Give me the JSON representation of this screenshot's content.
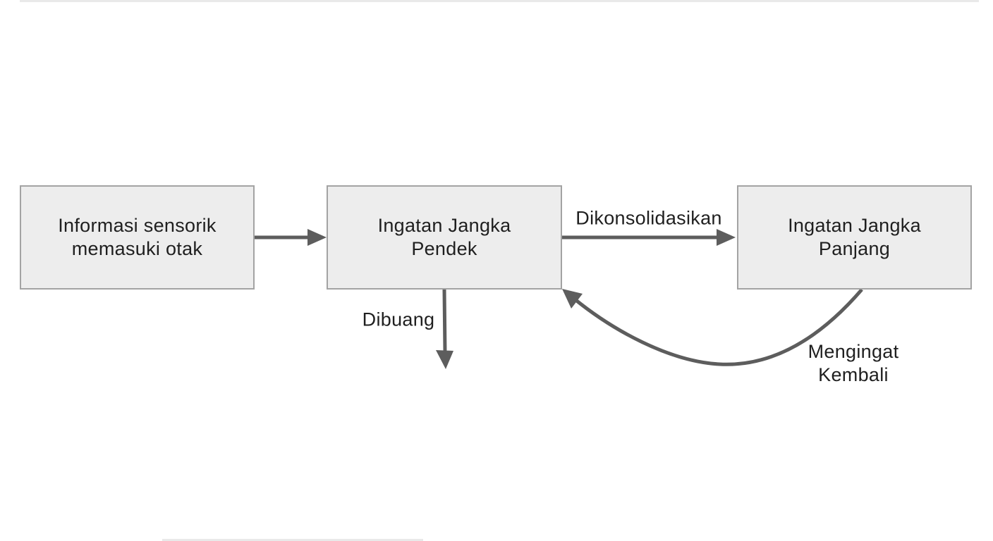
{
  "colors": {
    "background": "#ffffff",
    "node_fill": "#ededed",
    "node_border": "#a3a3a3",
    "arrow": "#5d5d5d",
    "text": "#1f1f1f",
    "artifact": "#e9e9e9"
  },
  "diagram": {
    "language": "Indonesian",
    "nodes": [
      {
        "id": "sensory-input",
        "lines": [
          "Informasi sensorik",
          "memasuki otak"
        ]
      },
      {
        "id": "short-term-memory",
        "lines": [
          "Ingatan Jangka",
          "Pendek"
        ]
      },
      {
        "id": "long-term-memory",
        "lines": [
          "Ingatan Jangka",
          "Panjang"
        ]
      }
    ],
    "edges": [
      {
        "id": "sensory-to-short-term",
        "label": ""
      },
      {
        "id": "short-term-to-long-term",
        "label": "Dikonsolidasikan"
      },
      {
        "id": "short-term-discard",
        "label": "Dibuang"
      },
      {
        "id": "long-term-recall",
        "label_lines": [
          "Mengingat",
          "Kembali"
        ]
      }
    ]
  }
}
